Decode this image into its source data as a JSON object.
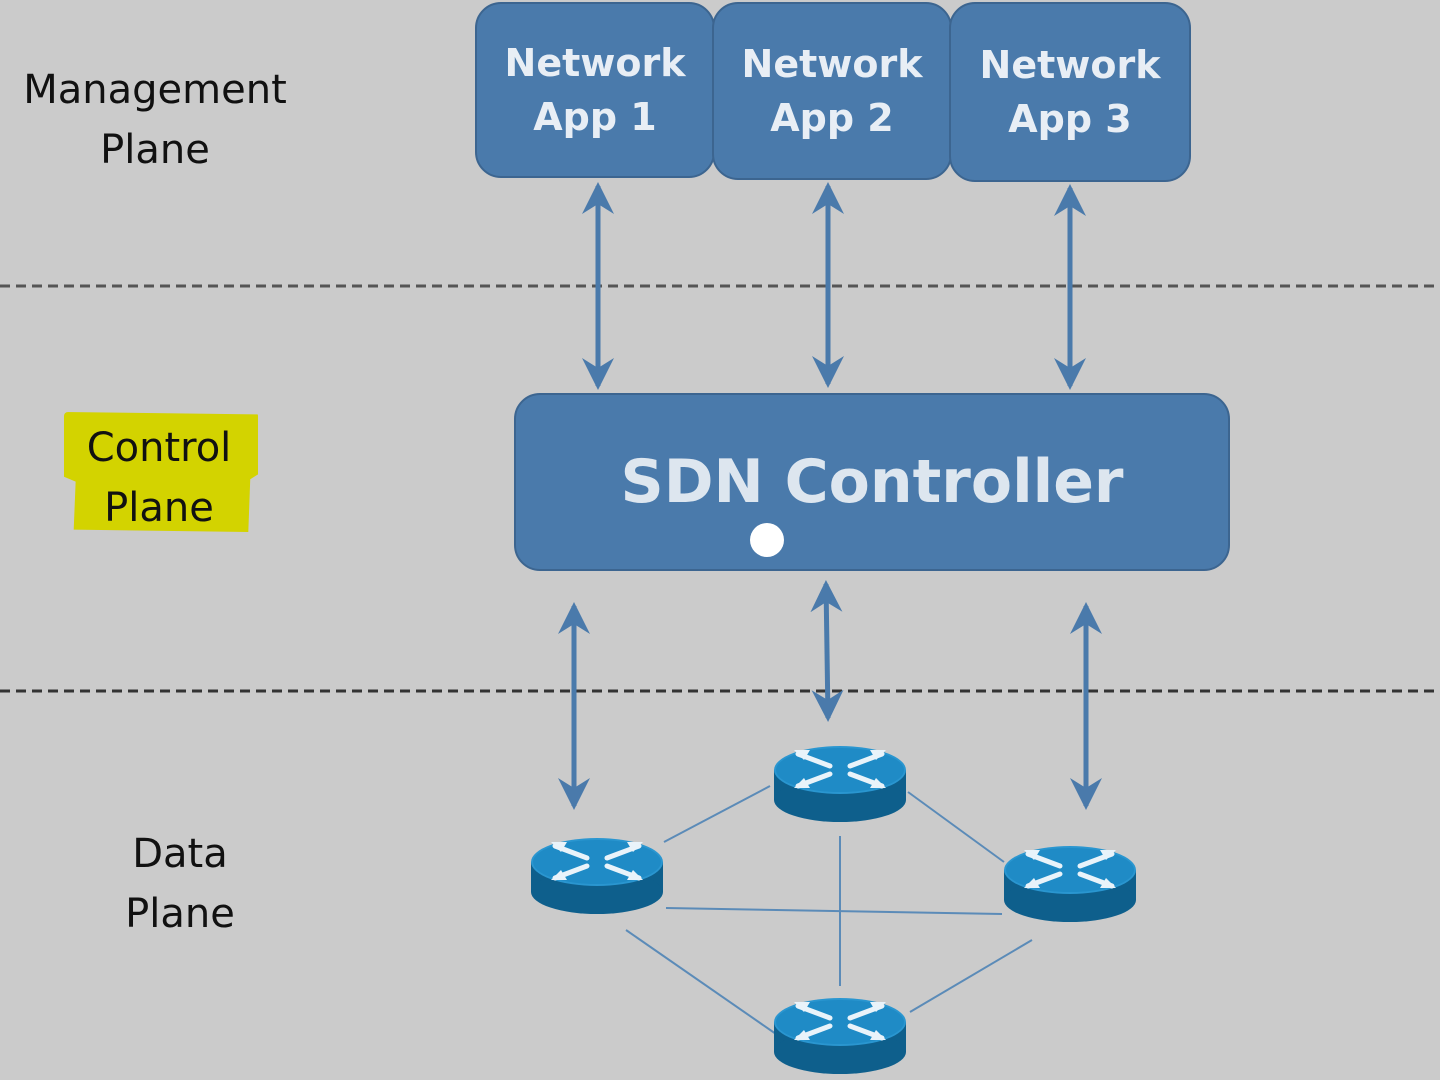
{
  "planes": {
    "management": "Management\nPlane",
    "control": "Control\nPlane",
    "data": "Data\nPlane"
  },
  "apps": [
    {
      "label": "Network\nApp 1"
    },
    {
      "label": "Network\nApp 2"
    },
    {
      "label": "Network\nApp 3"
    }
  ],
  "controller": {
    "label": "SDN Controller"
  },
  "colors": {
    "background": "#cbcbcb",
    "box_fill": "#4a7aab",
    "arrow": "#4a7aab",
    "highlight": "#d3d300",
    "router_top": "#1f8bc6",
    "router_side": "#0e5f8c"
  }
}
